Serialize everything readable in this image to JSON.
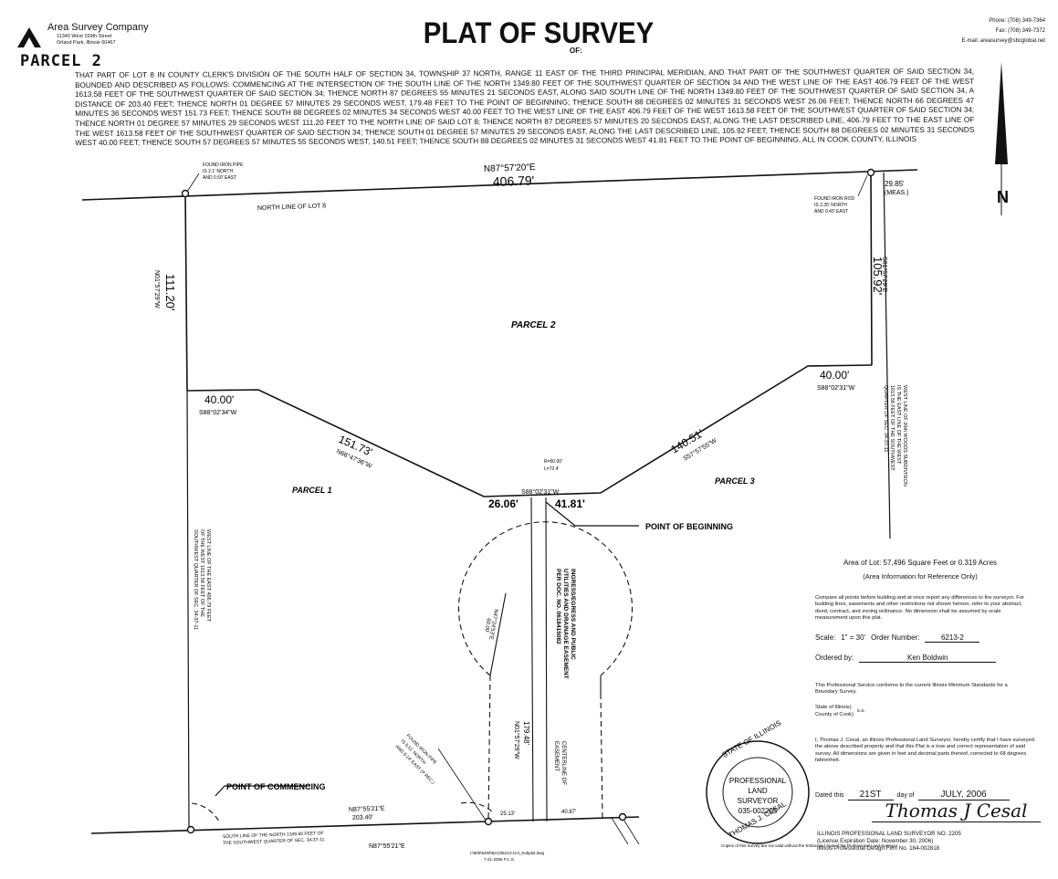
{
  "header": {
    "company": "Area Survey Company",
    "address1": "11340 West 159th Street",
    "address2": "Orland Park, Illinois  60467",
    "parcel_handwritten": "PARCEL 2",
    "title": "PLAT OF SURVEY",
    "title_of": "OF:",
    "phone": "Phone: (708) 349-7364",
    "fax": "Fax:  (708) 349-7372",
    "email": "E-mail: areasurvey@sbcglobal.net"
  },
  "legal_description": "THAT PART OF LOT 8 IN COUNTY CLERK'S DIVISION OF THE SOUTH HALF OF SECTION 34, TOWNSHIP 37 NORTH, RANGE 11 EAST OF THE THIRD PRINCIPAL MERIDIAN, AND THAT PART OF THE SOUTHWEST QUARTER OF SAID SECTION 34, BOUNDED AND DESCRIBED AS FOLLOWS: COMMENCING AT THE INTERSECTION OF THE SOUTH LINE OF THE NORTH 1349.80 FEET OF THE SOUTHWEST QUARTER OF SECTION 34 AND THE WEST LINE OF THE EAST 406.79 FEET OF THE WEST 1613.58 FEET OF THE SOUTHWEST QUARTER OF SAID SECTION 34; THENCE NORTH 87 DEGREES 55 MINUTES 21 SECONDS EAST, ALONG SAID SOUTH LINE OF THE NORTH 1349.80 FEET OF THE SOUTHWEST QUARTER OF SAID SECTION 34, A DISTANCE OF 203.40 FEET; THENCE NORTH 01 DEGREE 57 MINUTES 29 SECONDS WEST, 179.48 FEET TO THE POINT OF BEGINNING; THENCE SOUTH 88 DEGREES 02 MINUTES 31 SECONDS WEST 26.06 FEET; THENCE NORTH 66 DEGREES 47 MINUTES 36 SECONDS WEST 151.73 FEET; THENCE SOUTH 88 DEGREES 02 MINUTES 34 SECONDS WEST 40.00 FEET TO THE WEST LINE OF THE EAST 406.79 FEET OF THE WEST 1613.58 FEET OF THE SOUTHWEST QUARTER OF SAID SECTION 34; THENCE NORTH 01 DEGREE 57 MINUTES 29 SECONDS WEST 111.20 FEET TO THE NORTH LINE OF SAID LOT 8; THENCE NORTH 87 DEGREES 57 MINUTES 20 SECONDS EAST, ALONG THE LAST DESCRIBED LINE, 406.79 FEET TO THE EAST LINE OF THE WEST 1613.58 FEET OF THE SOUTHWEST QUARTER OF SAID SECTION 34; THENCE SOUTH 01 DEGREE 57 MINUTES 29 SECONDS EAST, ALONG THE LAST DESCRIBED LINE, 105.92 FEET; THENCE SOUTH 88 DEGREES 02 MINUTES 31 SECONDS WEST 40.00 FEET; THENCE SOUTH 57 DEGREES 57 MINUTES 55 SECONDS WEST, 140.51 FEET; THENCE SOUTH 88 DEGREES 02 MINUTES 31 SECONDS WEST 41.81 FEET TO THE POINT OF BEGINNING, ALL IN COOK COUNTY, ILLINOIS",
  "plat": {
    "north_bearing": "N87°57'20\"E",
    "north_dist": "406.79'",
    "north_line_label": "NORTH LINE OF LOT 8",
    "found_pipe_nw": [
      "FOUND IRON PIPE",
      "IS 2.1' NORTH",
      "AND 0.50' EAST"
    ],
    "found_rod_ne": [
      "FOUND IRON ROD",
      "IS 2.35' NORTH",
      "AND 0.43' EAST"
    ],
    "meas_dist": "29.85'",
    "meas_label": "(MEAS.)",
    "north_arrow": "N",
    "west_dist": "111.20'",
    "west_bearing": "N01°57'29\"W",
    "east_dist": "105.92'",
    "east_bearing": "S01°57'29\"E",
    "parcel2": "PARCEL 2",
    "parcel1": "PARCEL 1",
    "parcel3": "PARCEL 3",
    "w40": "40.00'",
    "w40_bearing": "S88°02'34\"W",
    "e40": "40.00'",
    "e40_bearing": "S88°02'31\"W",
    "d151": "151.73'",
    "d151_bearing": "N66°47'36\"W",
    "d140": "140.51'",
    "d140_bearing": "S57°57'55\"W",
    "d26": "26.06'",
    "d41": "41.81'",
    "pob_bearing": "S88°02'31\"W",
    "curve1": "R=50.00'",
    "curve2": "L=72.4'",
    "pob_label": "POINT OF BEGINNING",
    "poc_label": "POINT OF COMMENCING",
    "west_line_note": [
      "WEST LINE OF THE EAST 406.79 FEET",
      "OF THE WEST 1613.58 FEET OF THE",
      "SOUTHWEST QUARTER OF SEC. 34-37-11"
    ],
    "east_line_note": [
      "WEST LINE OF 20th WOODS SUBDIVISION",
      "IS THE EAST LINE OF THE WEST",
      "1613.58 FEET OF THE SOUTHWEST",
      "QUARTER OF SEC. 34-37-11"
    ],
    "easement": [
      "INGRESS/EGRESS AND PUBLIC",
      "UTILITIES AND DRAINAGE EASEMENT",
      "PER DOC. NO. 0618415082"
    ],
    "center_easement": [
      "CENTERLINE OF",
      "EASEMENT"
    ],
    "d179": "179.48'",
    "d179_bearing": "N01°57'29\"W",
    "n47": "N47°24'53\"E",
    "n47_dist": "60.00'",
    "south_bearing": "N87°55'21\"E",
    "south_dist": "203.40'",
    "south_line_note": [
      "SOUTH LINE OF THE NORTH 1349.80 FEET OF",
      "THE SOUTHWEST QUARTER OF SEC. 34-37-11"
    ],
    "south_bearing2": "N87°55'21\"E",
    "d2513": "25.13'",
    "d4087": "40.87'",
    "found_pipe_s": [
      "FOUND IRON PIPE",
      "IS 0.51' NORTH",
      "AND 0.14' EAST (P REC.)"
    ],
    "file_path": "I:\\600\\6200\\6213\\6213-1ml_Subplot.dwg",
    "file_date": "7-21-2006  F.C.S."
  },
  "notes": {
    "area": "Area of Lot: 57,496 Square Feet or 0.319 Acres",
    "area_sub": "(Area Information for Reference Only)",
    "compare": "Compare all points before building and at once report any differences to the surveyor. For building lines, easements and other restrictions not shown hereon, refer to your abstract, deed, contract, and zoning ordinance. No dimension shall be assumed by scale measurement upon this plat.",
    "scale_label": "Scale:",
    "scale_value": "1\" = 30'",
    "order_label": "Order Number:",
    "order_value": "6213-2",
    "ordered_label": "Ordered by:",
    "ordered_value": "Ken Boldwin",
    "conform": "This Professional Service conforms to the current Illinois Minimum Standards for a Boundary Survey.",
    "state": "State of Illinois)",
    "county": "County of Cook)",
    "ss": "s.s.",
    "cert": "I, Thomas J. Cesal, an Illinois Professional Land Surveyor, hereby certify that I have surveyed the above described property and that this Plat is a true and correct representation of said survey. All dimensions are given in feet and decimal parts thereof, corrected to 68 degrees fahrenheit.",
    "dated_label": "Dated this",
    "dated_day": "21ST",
    "day_of": "day of",
    "dated_month": "JULY, 2006",
    "signature": "Thomas J Cesal",
    "license1": "ILLINOIS PROFESSIONAL LAND SURVEYOR NO. 2205",
    "license2": "(License Expiration Date: November 30, 2006)",
    "license3": "Illinois Professional Design Firm No. 184-002818",
    "copies": "Copies of this Survey are not valid without the Embossed Seal of the Professional Land Surveyor",
    "seal_top": "STATE OF ILLINOIS",
    "seal_bottom": "THOMAS J. CESAL",
    "seal_l1": "PROFESSIONAL",
    "seal_l2": "LAND",
    "seal_l3": "SURVEYOR",
    "seal_l4": "035-002205"
  }
}
